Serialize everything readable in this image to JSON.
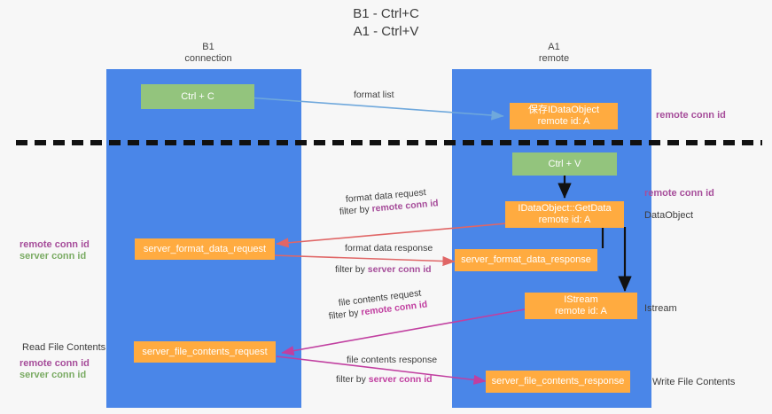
{
  "title": {
    "line1": "B1 - Ctrl+C",
    "line2": "A1 - Ctrl+V"
  },
  "lanes": [
    {
      "id": "b1",
      "name": "B1",
      "sub": "connection"
    },
    {
      "id": "a1",
      "name": "A1",
      "sub": "remote"
    }
  ],
  "nodes": {
    "ctrl_c": {
      "line1": "Ctrl + C",
      "line2": ""
    },
    "idataobject": {
      "line1": "保存IDataObject",
      "line2": "remote id: A"
    },
    "ctrl_v": {
      "line1": "Ctrl + V",
      "line2": ""
    },
    "getdata": {
      "line1": "IDataObject::GetData",
      "line2": "remote id: A"
    },
    "fmt_request": {
      "line1": "server_format_data_request",
      "line2": ""
    },
    "fmt_response": {
      "line1": "server_format_data_response",
      "line2": ""
    },
    "istream": {
      "line1": "IStream",
      "line2": "remote id: A"
    },
    "file_request": {
      "line1": "server_file_contents_request",
      "line2": ""
    },
    "file_response": {
      "line1": "server_file_contents_response",
      "line2": ""
    }
  },
  "edges": {
    "format_list": {
      "text": "format list"
    },
    "format_data_request": {
      "text": "format data request",
      "filter_prefix": "filter by ",
      "filter_key": "remote conn id"
    },
    "format_data_response": {
      "text": "format data response",
      "filter_prefix": "filter by ",
      "filter_key": "server conn id"
    },
    "file_contents_request": {
      "text": "file contents request",
      "filter_prefix": "filter by ",
      "filter_key": "remote conn id"
    },
    "file_contents_response": {
      "text": "file contents response",
      "filter_prefix": "filter by ",
      "filter_key": "server conn id"
    }
  },
  "annotations": {
    "right_remote_conn_id_top": "remote conn id",
    "right_remote_conn_id_mid": "remote conn id",
    "right_dataobject": "DataObject",
    "right_istream": "Istream",
    "right_write_file_contents": "Write File Contents",
    "left_remote_conn_id_mid": "remote conn id",
    "left_server_conn_id_mid": "server conn id",
    "left_read_file_contents": "Read File Contents",
    "left_remote_conn_id_bottom": "remote conn id",
    "left_server_conn_id_bottom": "server conn id"
  },
  "colors": {
    "lane": "#4a86e8",
    "green_node": "#93c47d",
    "orange_node": "#ffab40",
    "purple_text": "#a64d9a",
    "green_text": "#7aab63",
    "arrow_blue": "#6fa8dc",
    "arrow_red": "#e06666",
    "arrow_magenta": "#c13fa0",
    "arrow_black": "#000000",
    "background": "#f7f7f7"
  }
}
